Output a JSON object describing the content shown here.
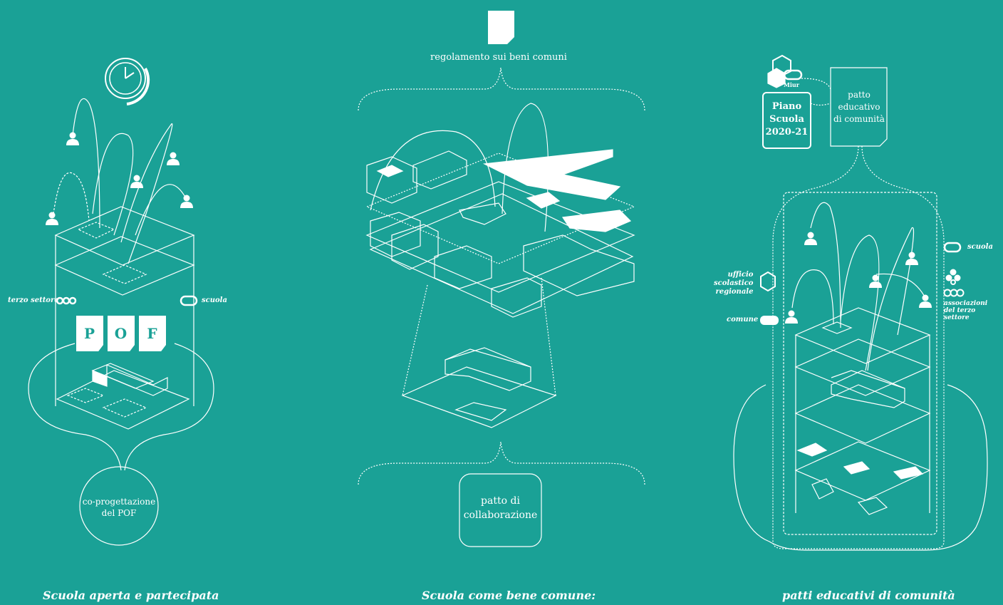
{
  "left": {
    "caption": "Scuola aperta e partecipata",
    "label_terzo": "terzo settore",
    "label_scuola": "scuola",
    "pof_letters": [
      "P",
      "O",
      "F"
    ],
    "cycle_text": "co-progettazione\ndel POF"
  },
  "middle": {
    "regolamento": "regolamento sui beni comuni",
    "patto": "patto di\ncollaborazione",
    "caption": "Scuola come bene comune:"
  },
  "right": {
    "miur": "Miur",
    "piano": "Piano\nScuola\n2020-21",
    "patto_edu": "patto\neducativo\ndi comunità",
    "label_scuola": "scuola",
    "label_ufficio": "ufficio\nscolastico\nregionale",
    "label_comune": "comune",
    "label_associazioni": "associazioni\ndel terzo settore",
    "caption": "patti educativi di comunità"
  },
  "colors": {
    "background": "#1aa196",
    "ink": "#ffffff"
  }
}
